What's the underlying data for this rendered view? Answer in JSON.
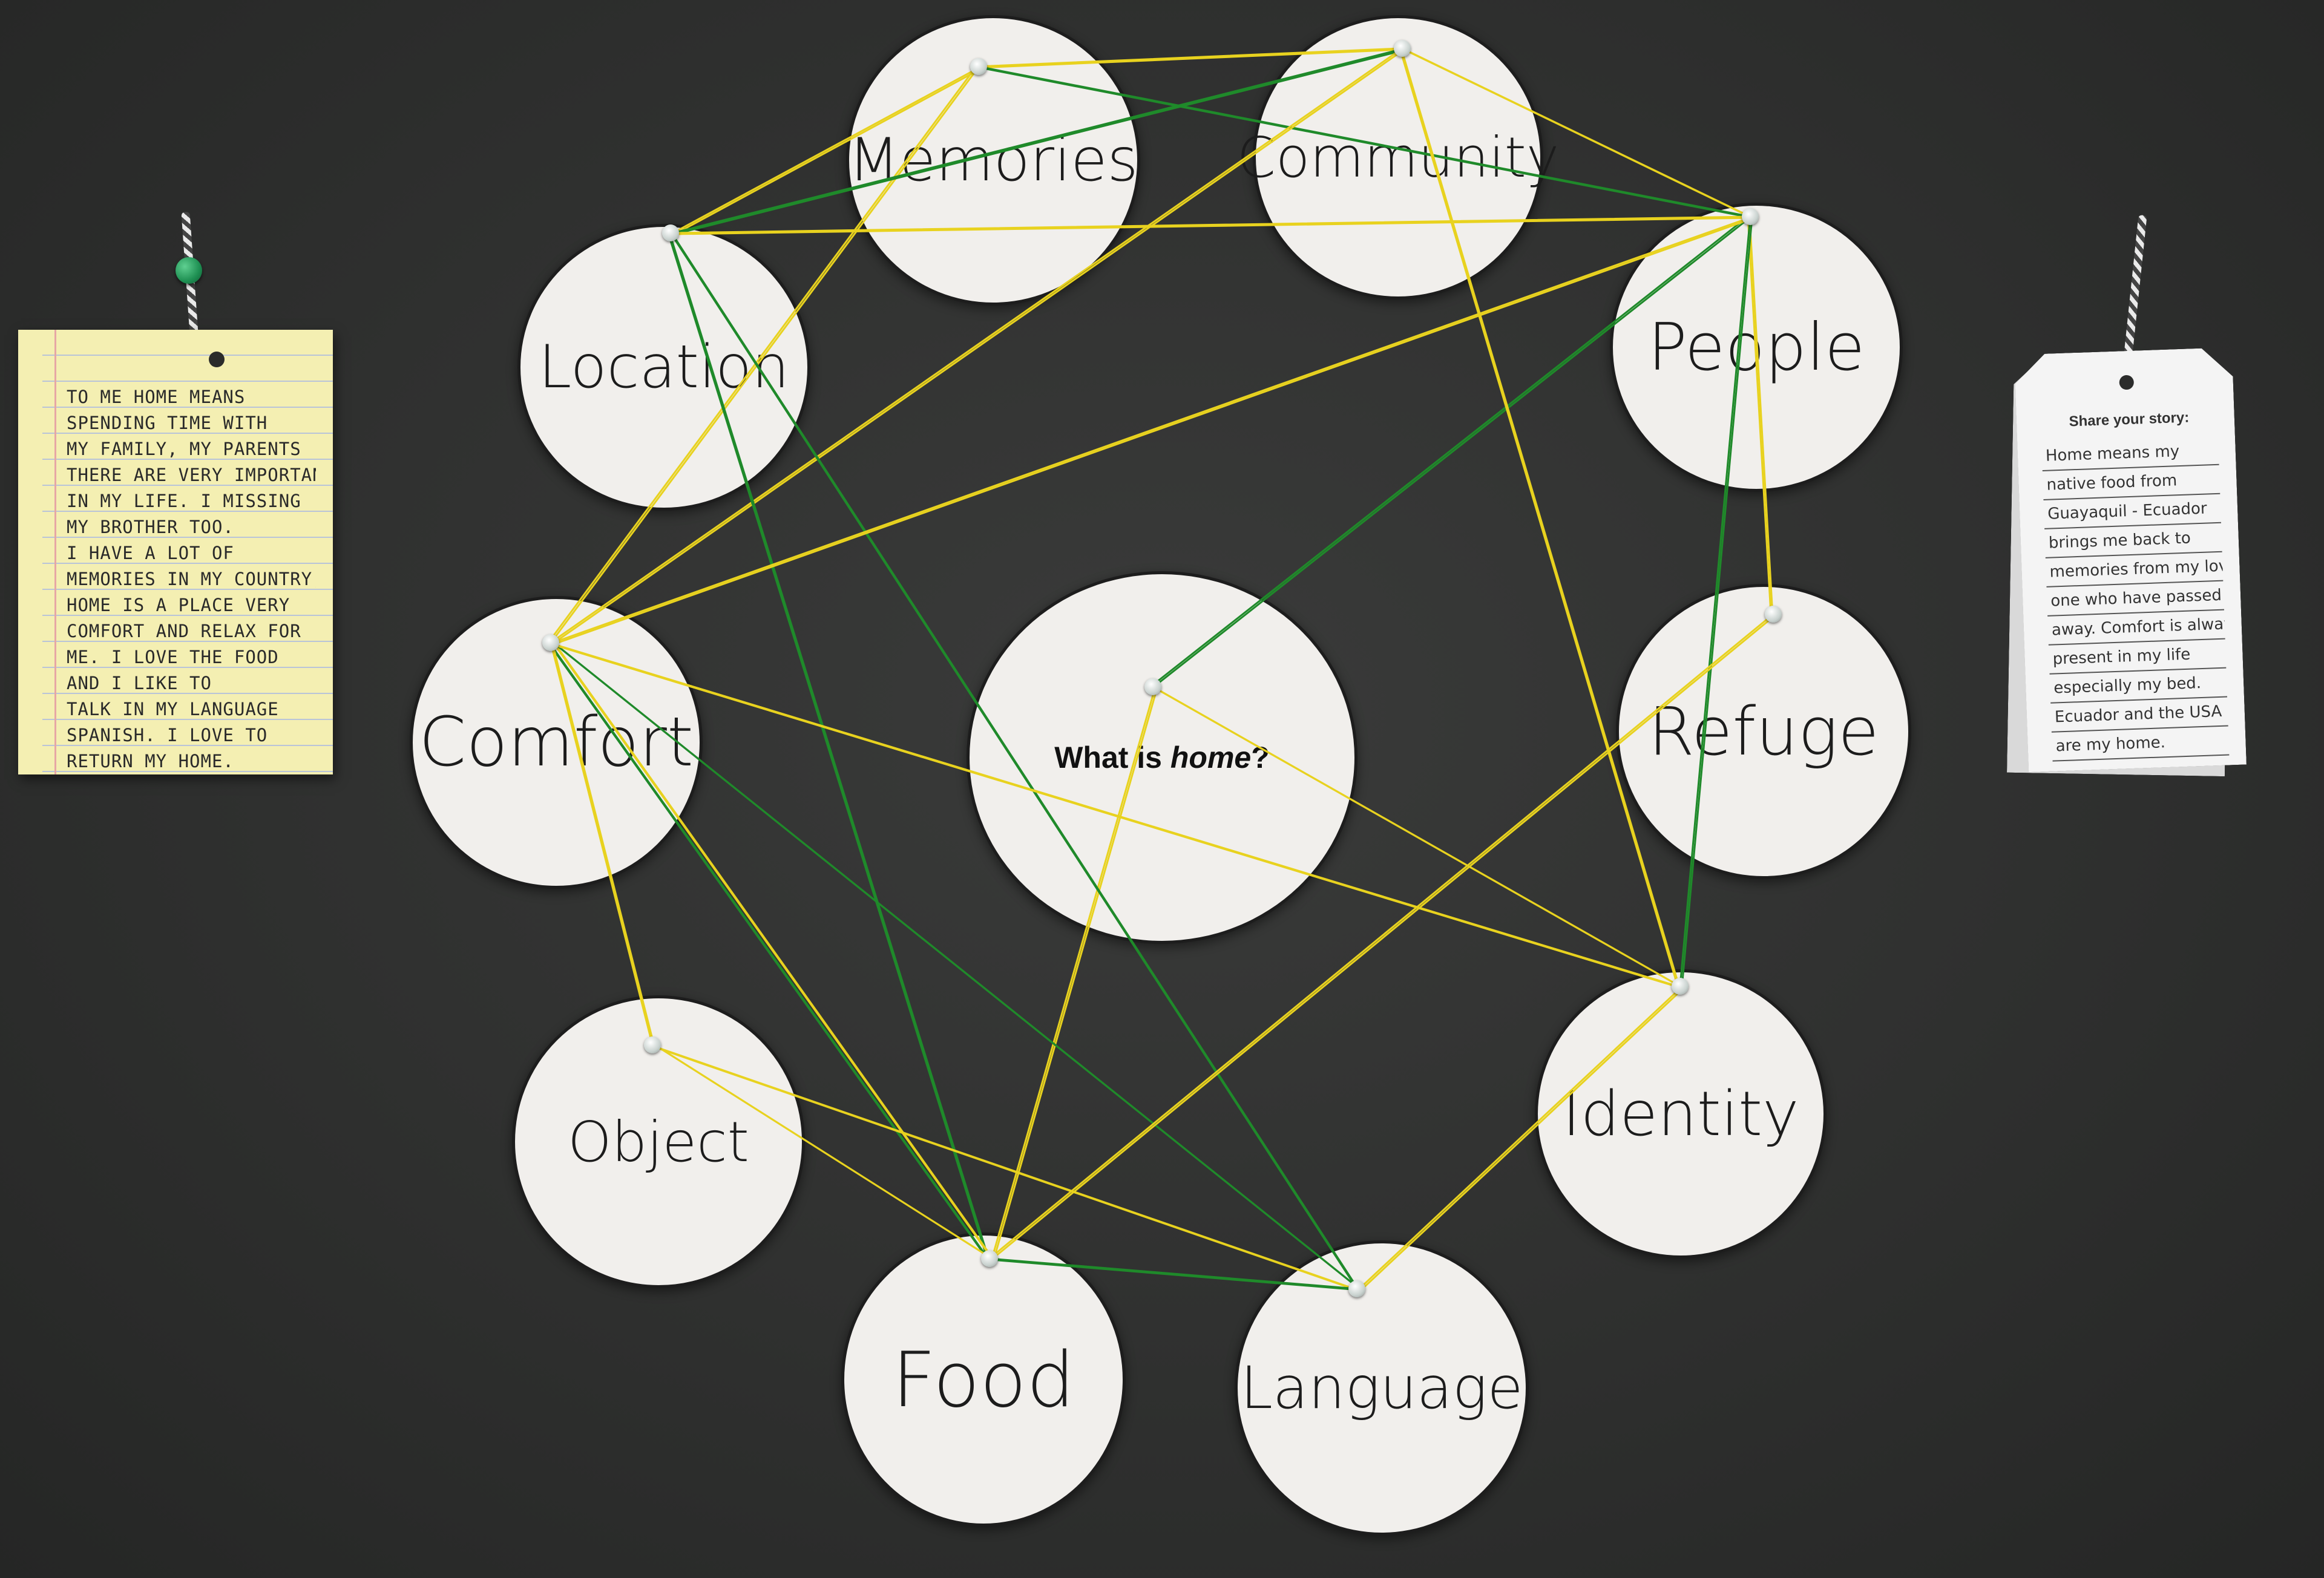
{
  "board": {
    "center": {
      "prefix": "What is ",
      "emphasis": "home",
      "suffix": "?"
    },
    "nodes": [
      {
        "id": "memories",
        "label": "Memories"
      },
      {
        "id": "community",
        "label": "Community"
      },
      {
        "id": "location",
        "label": "Location"
      },
      {
        "id": "people",
        "label": "People"
      },
      {
        "id": "comfort",
        "label": "Comfort"
      },
      {
        "id": "refuge",
        "label": "Refuge"
      },
      {
        "id": "object",
        "label": "Object"
      },
      {
        "id": "identity",
        "label": "Identity"
      },
      {
        "id": "food",
        "label": "Food"
      },
      {
        "id": "language",
        "label": "Language"
      }
    ],
    "string_colors": {
      "yellow": "#e8d21f",
      "green": "#1f8a2a"
    },
    "connections": [
      {
        "from": "center",
        "to": "people",
        "color": "green"
      },
      {
        "from": "center",
        "to": "identity",
        "color": "yellow"
      },
      {
        "from": "center",
        "to": "food",
        "color": "yellow"
      },
      {
        "from": "memories",
        "to": "community",
        "color": "yellow"
      },
      {
        "from": "memories",
        "to": "people",
        "color": "green"
      },
      {
        "from": "memories",
        "to": "location",
        "color": "yellow"
      },
      {
        "from": "memories",
        "to": "comfort",
        "color": "yellow"
      },
      {
        "from": "community",
        "to": "people",
        "color": "yellow"
      },
      {
        "from": "community",
        "to": "location",
        "color": "green"
      },
      {
        "from": "community",
        "to": "identity",
        "color": "yellow"
      },
      {
        "from": "community",
        "to": "comfort",
        "color": "yellow"
      },
      {
        "from": "location",
        "to": "people",
        "color": "yellow"
      },
      {
        "from": "location",
        "to": "food",
        "color": "green"
      },
      {
        "from": "location",
        "to": "language",
        "color": "green"
      },
      {
        "from": "people",
        "to": "comfort",
        "color": "yellow"
      },
      {
        "from": "people",
        "to": "refuge",
        "color": "yellow"
      },
      {
        "from": "people",
        "to": "identity",
        "color": "green"
      },
      {
        "from": "comfort",
        "to": "food",
        "color": "yellow"
      },
      {
        "from": "comfort",
        "to": "food",
        "color": "green"
      },
      {
        "from": "comfort",
        "to": "object",
        "color": "yellow"
      },
      {
        "from": "comfort",
        "to": "language",
        "color": "green"
      },
      {
        "from": "comfort",
        "to": "identity",
        "color": "yellow"
      },
      {
        "from": "refuge",
        "to": "food",
        "color": "yellow"
      },
      {
        "from": "object",
        "to": "food",
        "color": "yellow"
      },
      {
        "from": "object",
        "to": "language",
        "color": "yellow"
      },
      {
        "from": "food",
        "to": "language",
        "color": "green"
      },
      {
        "from": "identity",
        "to": "language",
        "color": "yellow"
      },
      {
        "from": "identity",
        "to": "comfort",
        "color": "yellow"
      }
    ]
  },
  "sticky_note": {
    "lines": [
      "To me home means",
      "spending time with",
      "my family, my parents",
      "there are very important",
      "in my life. I missing",
      "my brother too.",
      "I have a lot of",
      "memories in my country,",
      "home is a place very",
      "comfort and relax for",
      "me. I love the food",
      "and I like to",
      "talk in my language",
      "spanish. I love to",
      "return my home."
    ]
  },
  "story_tag": {
    "title": "Share your story:",
    "lines": [
      "Home means my",
      "native food from",
      "Guayaquil - Ecuador",
      "brings me back to",
      "memories from my loved",
      "one who have passed",
      "away. Comfort is always",
      "present in my life",
      "especially my bed.",
      "Ecuador and the USA",
      "are my home."
    ]
  }
}
